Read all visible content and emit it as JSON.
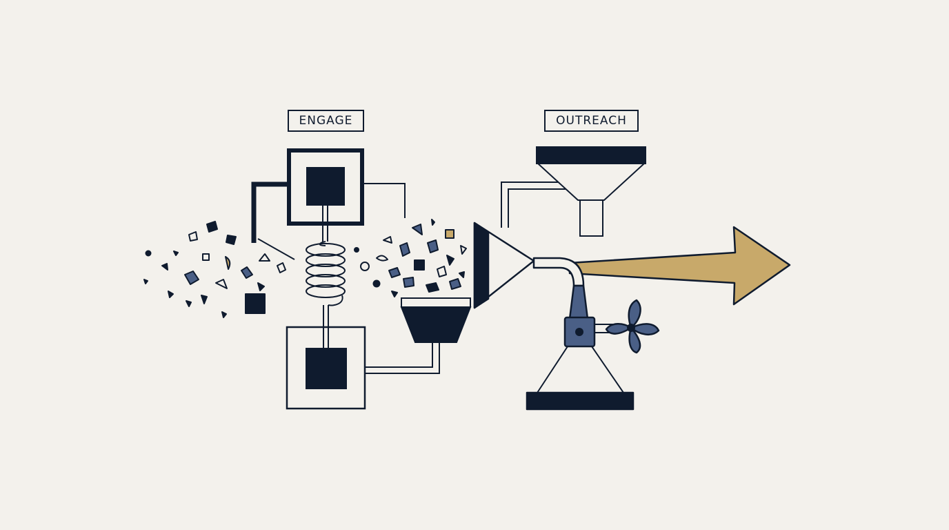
{
  "labels": {
    "engage": "ENGAGE",
    "outreach": "OUTREACH"
  },
  "colors": {
    "background": "#f3f1ec",
    "ink": "#0f1b2e",
    "slate_blue": "#4a5f86",
    "gold": "#c8a96a"
  },
  "icons": [
    "fragment-particles",
    "coil-spring",
    "funnel",
    "cone-nozzle",
    "fan-blades",
    "arrow"
  ]
}
